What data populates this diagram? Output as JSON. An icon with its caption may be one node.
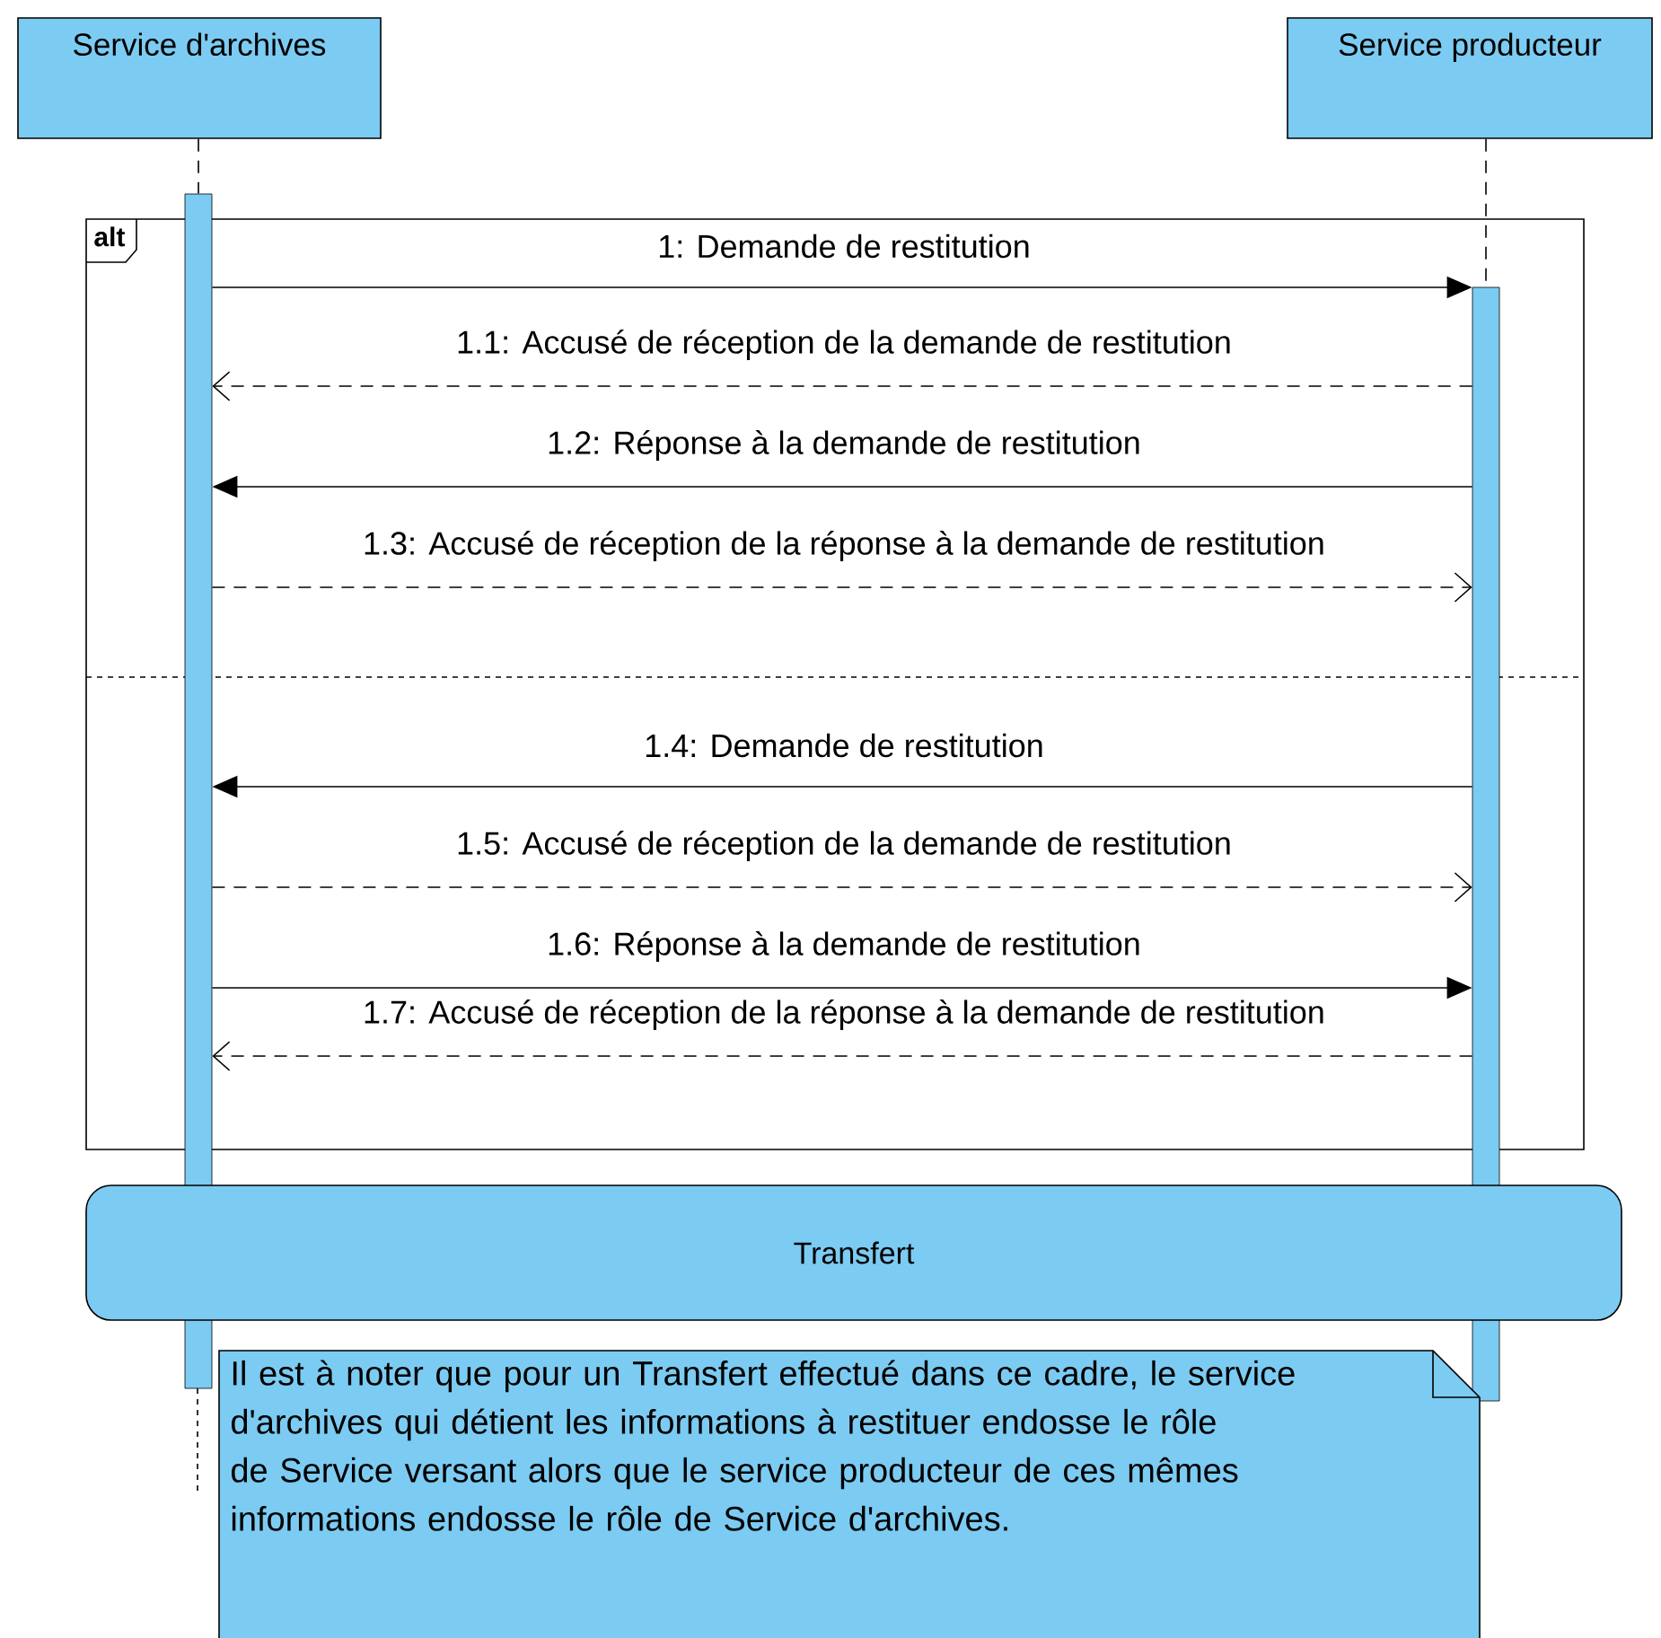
{
  "diagram": {
    "nodes": [
      {
        "text": [
          "Service d'archives"
        ]
      },
      {
        "text": [
          "Service producteur"
        ]
      },
      {
        "text": [
          "alt"
        ]
      },
      {
        "text": [],
        "shape": "bar"
      },
      {
        "text": [],
        "shape": "bar"
      },
      {
        "text": [
          "Transfert"
        ]
      },
      {
        "text": [
          "Il est à noter que pour un Transfert effectué dans ce cadre, le service d'archives qui détient les informations à restituer endosse le rôle de Service versant alors que le service producteur de ces mêmes informations endosse le rôle de Service d'archives."
        ]
      }
    ],
    "edges": [
      {
        "from": 0,
        "to": 3,
        "arrow": "none",
        "style": "dashed"
      },
      {
        "from": 1,
        "to": 4,
        "arrow": "none",
        "style": "dashed"
      },
      {
        "from": 3,
        "to": 4,
        "arrow": "to",
        "label": "1: Demande de restitution"
      },
      {
        "from": 4,
        "to": 3,
        "arrow": "to",
        "style": "dashed",
        "label": "1.1: Accusé de réception de la demande de restitution"
      },
      {
        "from": 4,
        "to": 3,
        "arrow": "to",
        "label": "1.2: Réponse à la demande de restitution"
      },
      {
        "from": 3,
        "to": 4,
        "arrow": "to",
        "style": "dashed",
        "label": "1.3: Accusé de réception de la réponse à la demande de restitution"
      },
      {
        "from": 4,
        "to": 3,
        "arrow": "to",
        "label": "1.4: Demande de restitution"
      },
      {
        "from": 3,
        "to": 4,
        "arrow": "to",
        "style": "dashed",
        "label": "1.5: Accusé de réception de la demande de restitution"
      },
      {
        "from": 3,
        "to": 4,
        "arrow": "to",
        "label": "1.6: Réponse à la demande de restitution"
      },
      {
        "from": 4,
        "to": 3,
        "arrow": "to",
        "style": "dashed",
        "label": "1.7: Accusé de réception de la réponse à la demande de restitution"
      }
    ]
  }
}
